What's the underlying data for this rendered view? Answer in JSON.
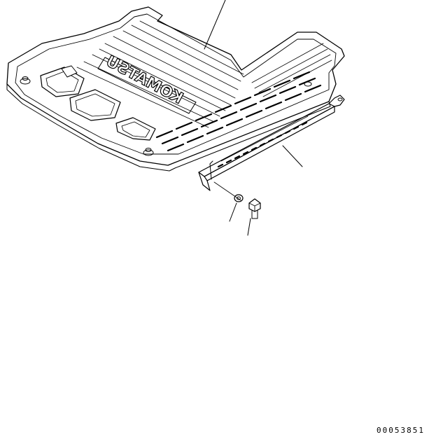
{
  "figure": {
    "brand_text": "KOMATSU",
    "reference_code": "00053851",
    "ink_color": "#000000",
    "background_color": "#ffffff"
  },
  "parts": [
    {
      "name": "floor-mat"
    },
    {
      "name": "mat-retainer-bar"
    },
    {
      "name": "washer"
    },
    {
      "name": "bolt"
    }
  ]
}
